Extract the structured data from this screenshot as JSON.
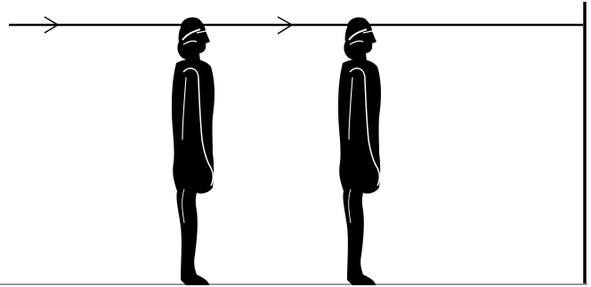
{
  "diagram": {
    "figure_count": 2,
    "figures": [
      {
        "name": "standing-figure-left",
        "pose": "side-view-standing",
        "facing": "right"
      },
      {
        "name": "standing-figure-right",
        "pose": "side-view-standing",
        "facing": "right"
      }
    ],
    "direction_arrows": [
      {
        "name": "arrow-left",
        "icon": "chevron-right-icon",
        "direction": "right"
      },
      {
        "name": "arrow-middle",
        "icon": "chevron-right-icon",
        "direction": "right"
      }
    ],
    "colors": {
      "background": "#ffffff",
      "figure_fill": "#000000",
      "figure_outline": "#ffffff",
      "line": "#000000",
      "floor": "#999999"
    }
  }
}
